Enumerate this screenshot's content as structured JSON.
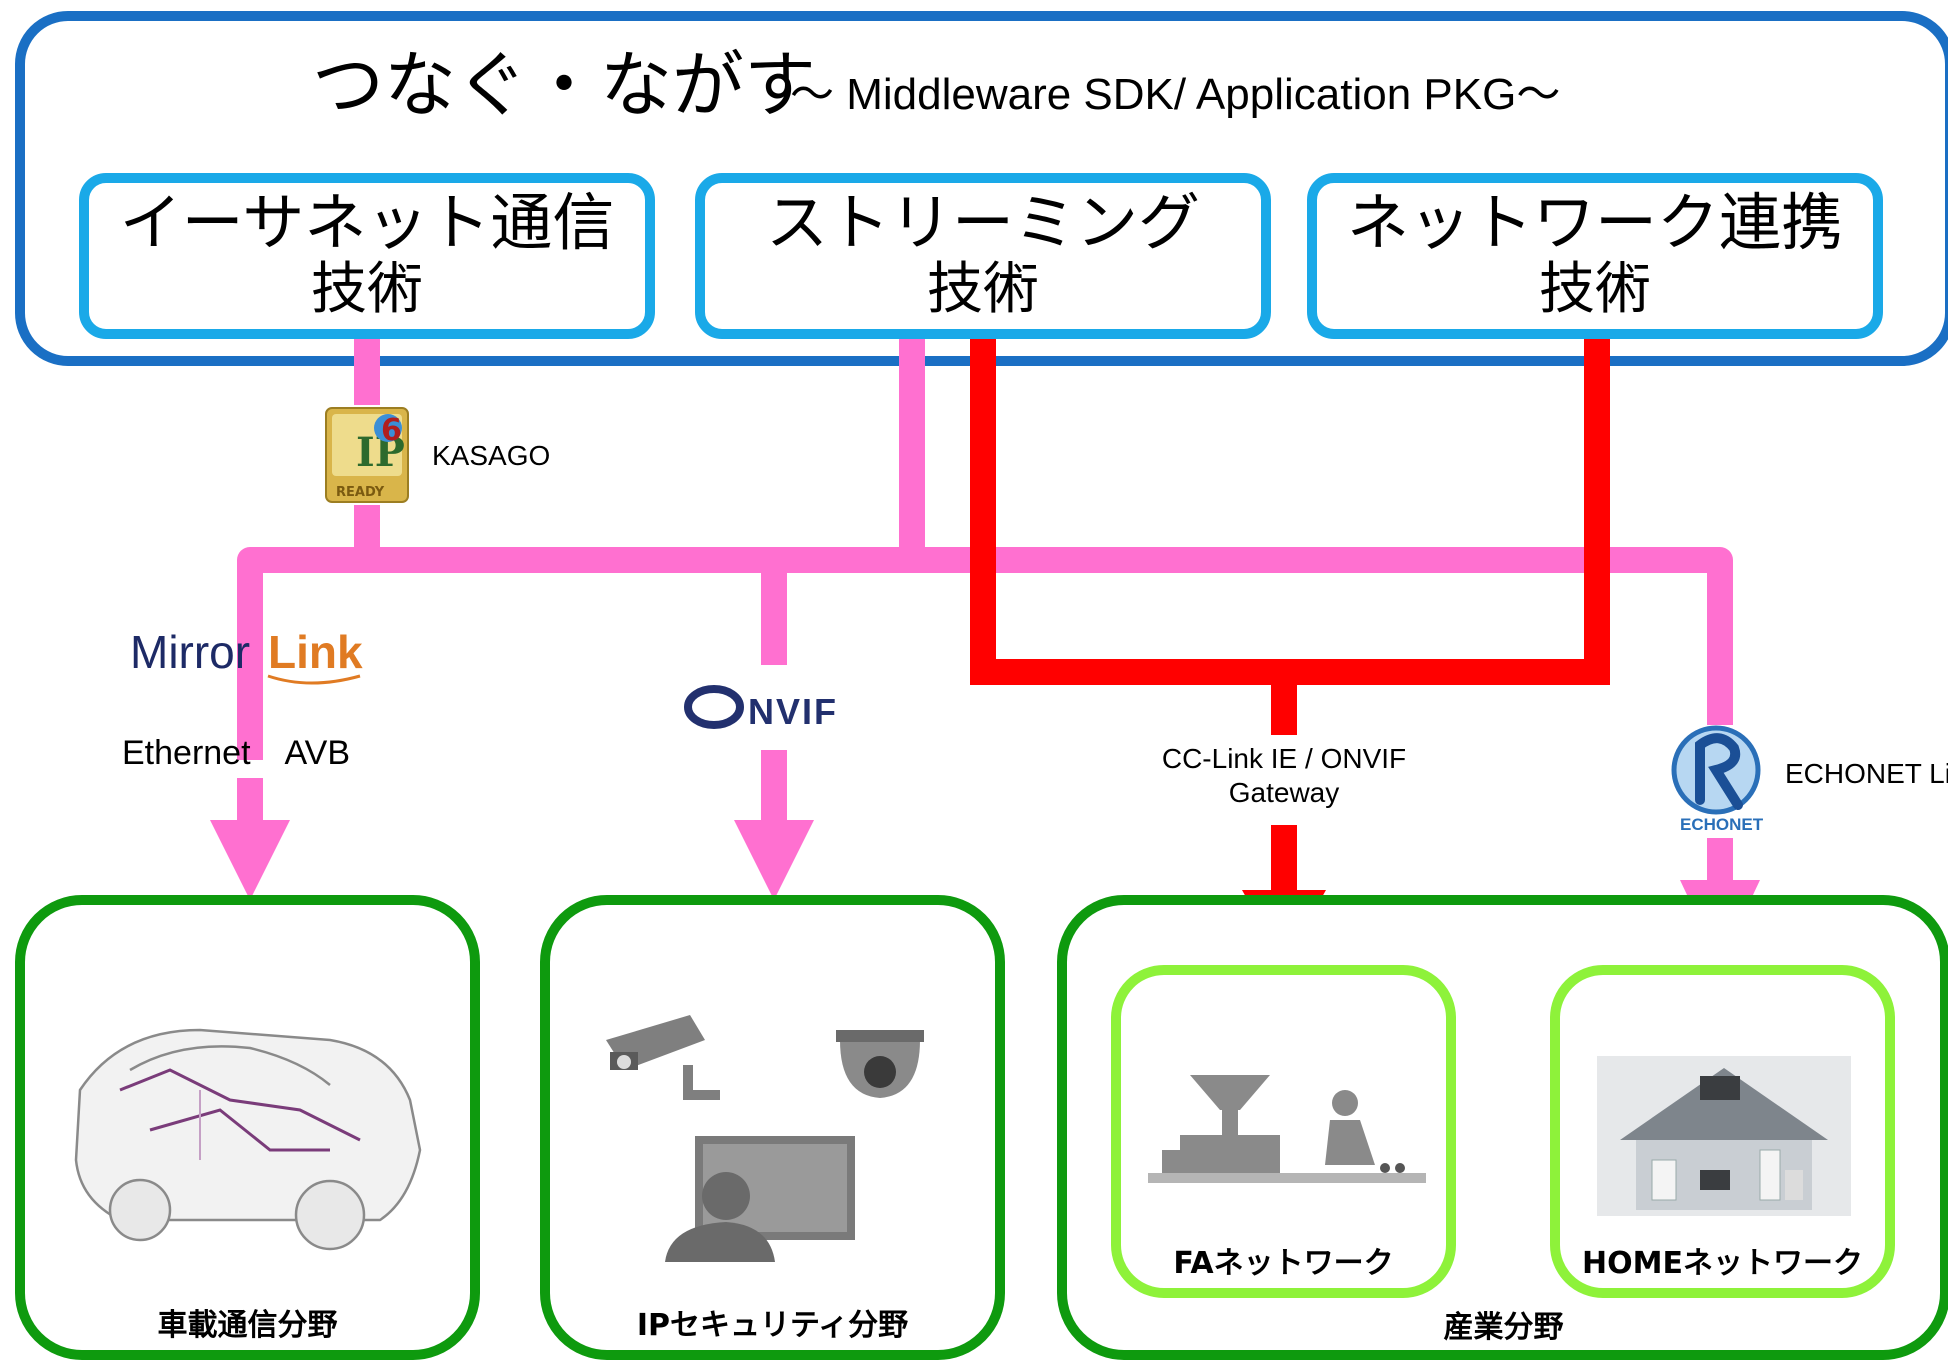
{
  "title": {
    "main": "つなぐ・ながす",
    "sub": "～ Middleware SDK/ Application PKG～"
  },
  "technologies": [
    {
      "line1": "イーサネット通信",
      "line2": "技術"
    },
    {
      "line1": "ストリーミング",
      "line2": "技術"
    },
    {
      "line1": "ネットワーク連携",
      "line2": "技術"
    }
  ],
  "labels": {
    "kasago": "KASAGO",
    "ipv6_badge": "READY",
    "mirrorlink_logo": "MirrorLink",
    "ethernet_avb": "Ethernet　AVB",
    "onvif_logo": "ONVIF",
    "cclink_line1": "CC-Link IE /  ONVIF",
    "cclink_line2": "Gateway",
    "echonet_logo": "ECHONET",
    "echonet_lite": "ECHONET Lite"
  },
  "domains": {
    "automotive": "車載通信分野",
    "ip_security": "IPセキュリティ分野",
    "industry": "産業分野",
    "fa_network": "FAネットワーク",
    "home_network": "HOMEネットワーク"
  },
  "colors": {
    "top_frame": "#1a6fc4",
    "tech_box_border": "#1aa9e8",
    "pink_line": "#ff70d0",
    "red_line": "#ff0000",
    "domain_border": "#0e9a0e",
    "sub_domain_border": "#8ef23a"
  },
  "icons": [
    "ipv6-ready-logo",
    "mirrorlink-logo",
    "onvif-logo",
    "echonet-logo",
    "car-icon",
    "security-camera-icon",
    "dome-camera-icon",
    "monitor-operator-icon",
    "factory-icon",
    "house-icon"
  ]
}
